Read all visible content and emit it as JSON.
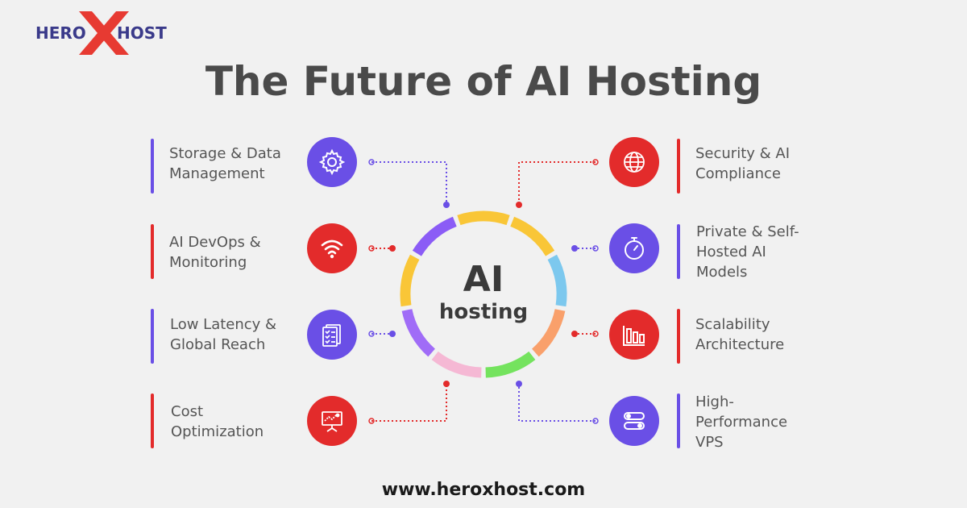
{
  "brand": {
    "left": "HERO",
    "right": "HOST",
    "mark": "X"
  },
  "title": "The Future of AI Hosting",
  "center": {
    "line1": "AI",
    "line2": "hosting"
  },
  "left_items": [
    {
      "lines": [
        "Storage & Data",
        "Management"
      ],
      "icon": "gear-icon",
      "bar_color": "#6a4fe6"
    },
    {
      "lines": [
        "AI DevOps &",
        "Monitoring"
      ],
      "icon": "wifi-icon",
      "bar_color": "#e32b2b"
    },
    {
      "lines": [
        "Low Latency &",
        "Global Reach"
      ],
      "icon": "checklist-icon",
      "bar_color": "#6a4fe6"
    },
    {
      "lines": [
        "Cost",
        "Optimization"
      ],
      "icon": "presentation-board-icon",
      "bar_color": "#e32b2b"
    }
  ],
  "right_items": [
    {
      "lines": [
        "Security & AI",
        "Compliance"
      ],
      "icon": "globe-icon",
      "bar_color": "#e32b2b"
    },
    {
      "lines": [
        "Private & Self-",
        "Hosted AI",
        "Models"
      ],
      "icon": "stopwatch-icon",
      "bar_color": "#6a4fe6"
    },
    {
      "lines": [
        "Scalability",
        "Architecture"
      ],
      "icon": "bar-chart-icon",
      "bar_color": "#e32b2b"
    },
    {
      "lines": [
        "High-",
        "Performance",
        "VPS"
      ],
      "icon": "server-toggle-icon",
      "bar_color": "#6a4fe6"
    }
  ],
  "ring_colors": [
    "#f9c637",
    "#8b5cf6",
    "#f9c637",
    "#f9c637",
    "#7cc8ee",
    "#f9a06b",
    "#74e35e",
    "#f5b8d4",
    "#a06cf7"
  ],
  "website": "www.heroxhost.com"
}
